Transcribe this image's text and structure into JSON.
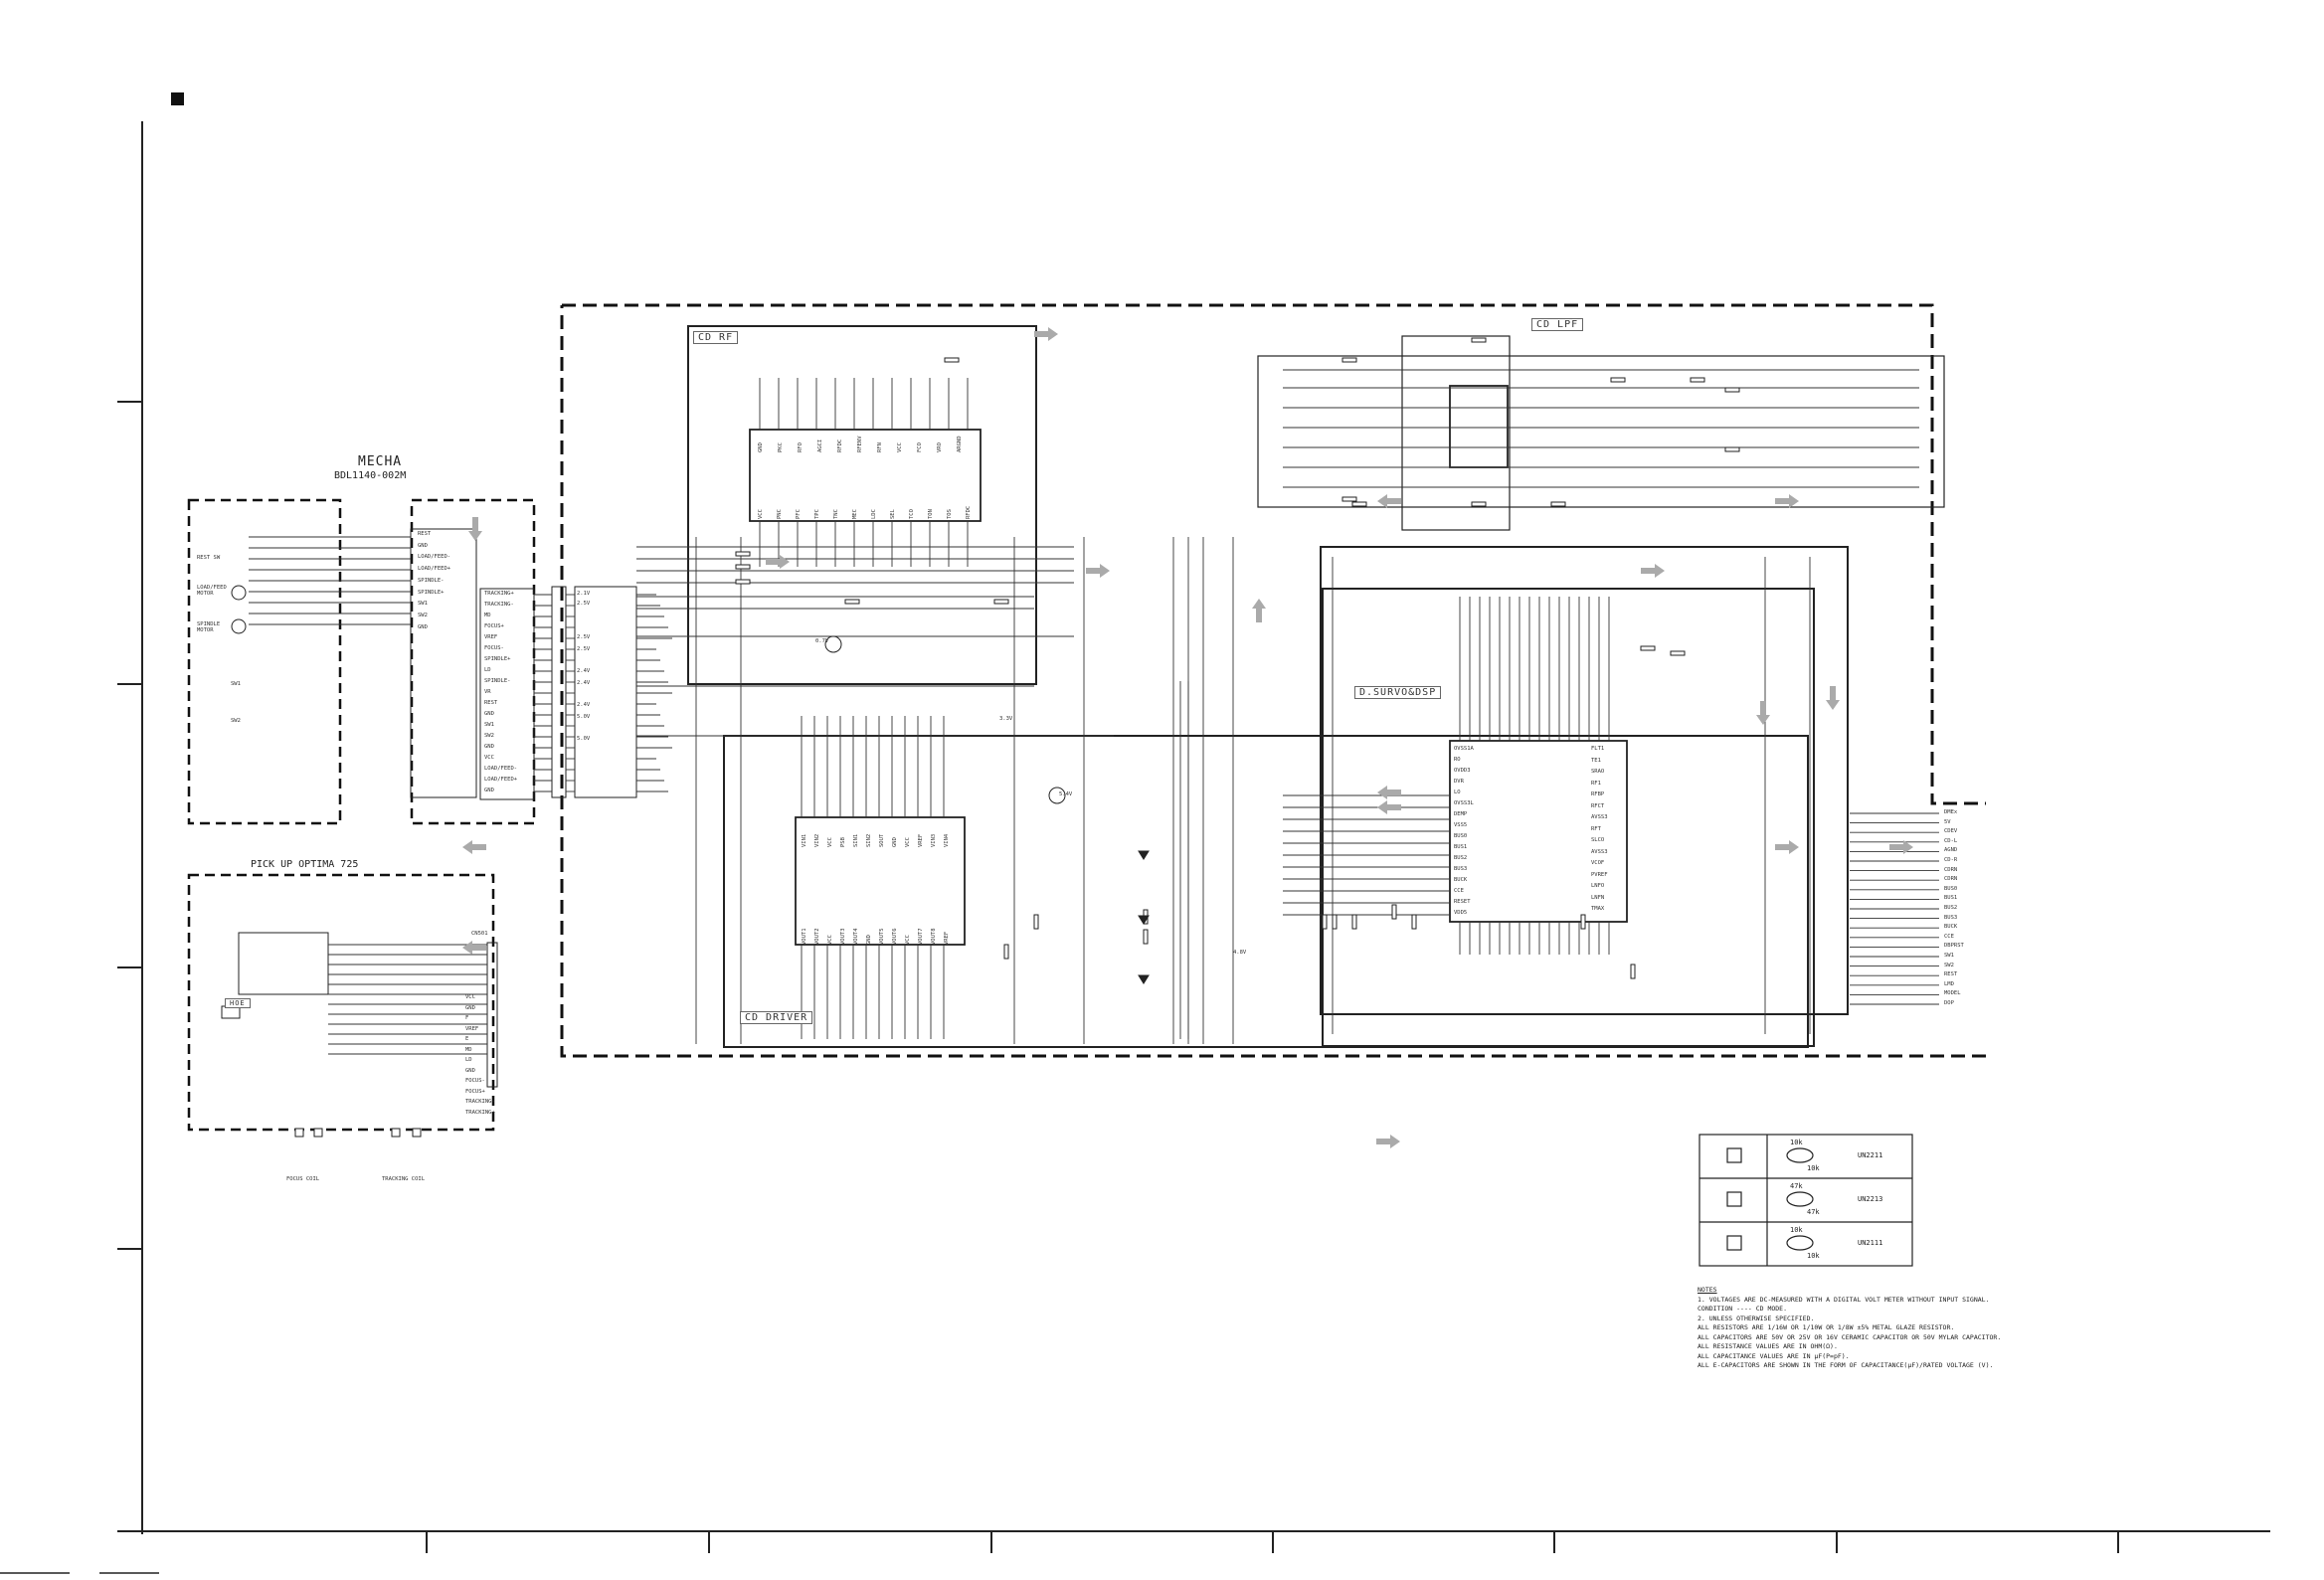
{
  "sections": {
    "mecha_title": "MECHA",
    "mecha_part": "BDL1140-002M",
    "pickup_title": "PICK UP   OPTIMA 725",
    "cd_rf": "CD RF",
    "cd_lpf": "CD LPF",
    "d_servo_dsp": "D.SURVO&DSP",
    "cd_driver": "CD DRIVER",
    "hoe": "HOE"
  },
  "mecha_labels": {
    "rest_sw": "REST SW",
    "load_feed_motor": "LOAD/FEED MOTOR",
    "spindle_motor": "SPINDLE MOTOR",
    "sw1": "SW1",
    "sw2": "SW2"
  },
  "mecha_connector_left": [
    "REST",
    "GND",
    "LOAD/FEED-",
    "LOAD/FEED+",
    "SPINDLE-",
    "SPINDLE+",
    "SW1",
    "SW2",
    "GND",
    "",
    "",
    "",
    "",
    "",
    "",
    "",
    "",
    "",
    "",
    "",
    "",
    "",
    ""
  ],
  "mecha_connector_right": [
    "TRACKING+",
    "TRACKING-",
    "MD",
    "FOCUS+",
    "VREF",
    "FOCUS-",
    "SPINDLE+",
    "LD",
    "SPINDLE-",
    "VR",
    "REST",
    "GND",
    "SW1",
    "SW2",
    "GND",
    "VCC",
    "LOAD/FEED-",
    "LOAD/FEED+",
    "GND"
  ],
  "pickup_connector": [
    "VCC",
    "GND",
    "F",
    "VREF",
    "E",
    "MD",
    "LD",
    "GND",
    "FOCUS-",
    "FOCUS+",
    "TRACKING-",
    "TRACKING+"
  ],
  "pickup_labels": {
    "cn501": "CN501",
    "focus_coil": "FOCUS COIL",
    "tracking_coil": "TRACKING COIL"
  },
  "output_connector": [
    "DMEx",
    "5V",
    "CDEV",
    "CD-L",
    "AGND",
    "CD-R",
    "CDRN",
    "CDRN",
    "BUS0",
    "BUS1",
    "BUS2",
    "BUS3",
    "BUCK",
    "CCE",
    "DBPRST",
    "SW1",
    "SW2",
    "REST",
    "LMD",
    "MODEL",
    "DOP"
  ],
  "servo_left_pins": [
    "OVSS1A",
    "RO",
    "OVDD3",
    "DVR",
    "LO",
    "OVSS3L",
    "DEMP",
    "VSS5",
    "BUS0",
    "BUS1",
    "BUS2",
    "BUS3",
    "BUCK",
    "CCE",
    "RESET",
    "VDD5"
  ],
  "servo_right_pins": [
    "FLT1",
    "TE1",
    "SRAO",
    "RF1",
    "RFBP",
    "RFCT",
    "AVSS3",
    "RFT",
    "SLCO",
    "AVSS3",
    "VCOF",
    "PVREF",
    "LNFO",
    "LNFN",
    "TMAX"
  ],
  "rf_top_pins": [
    "GND",
    "PKC",
    "RFO",
    "AGCI",
    "RFDC",
    "RFENV",
    "RFN",
    "VCC",
    "FCO",
    "VRO",
    "ARGND"
  ],
  "rf_bottom_pins": [
    "VCC",
    "PNC",
    "PFC",
    "TPC",
    "TNC",
    "MEC",
    "LDC",
    "SEL",
    "TCO",
    "TON",
    "TOS",
    "RFDC"
  ],
  "driver_top_pins": [
    "VIN1",
    "VIN2",
    "VCC",
    "PSB",
    "SIN1",
    "SIN2",
    "SOUT",
    "GND",
    "VCC",
    "VREF",
    "VIN3",
    "VIN4"
  ],
  "driver_bottom_pins": [
    "VOUT1",
    "VOUT2",
    "VCC",
    "VOUT3",
    "VOUT4",
    "GND",
    "VOUT5",
    "VOUT6",
    "VCC",
    "VOUT7",
    "VOUT8",
    "VREF"
  ],
  "voltages": [
    "2.1V",
    "2.5V",
    "2.5V",
    "2.5V",
    "2.4V",
    "2.4V",
    "2.4V",
    "5.0V",
    "5.0V",
    "3.3V",
    "4.8V",
    "5.4V",
    "0.7V"
  ],
  "transistor_legend": [
    {
      "r1": "10k",
      "r2": "10k",
      "part": "UN2211"
    },
    {
      "r1": "47k",
      "r2": "47k",
      "part": "UN2213"
    },
    {
      "r1": "10k",
      "r2": "10k",
      "part": "UN2111"
    }
  ],
  "notes": {
    "heading": "NOTES",
    "lines": [
      "1. VOLTAGES ARE DC-MEASURED WITH A DIGITAL VOLT METER WITHOUT INPUT SIGNAL.",
      "   CONDITION ---- CD MODE.",
      "2. UNLESS OTHERWISE SPECIFIED.",
      "   ALL RESISTORS ARE 1/16W OR 1/10W OR 1/8W ±5% METAL GLAZE RESISTOR.",
      "   ALL CAPACITORS ARE 50V OR 25V OR 16V CERAMIC CAPACITOR OR 50V MYLAR CAPACITOR.",
      "   ALL RESISTANCE VALUES ARE IN OHM(Ω).",
      "   ALL CAPACITANCE VALUES ARE IN μF(P=pF).",
      "   ALL E-CAPACITORS ARE SHOWN IN THE FORM OF CAPACITANCE(μF)/RATED VOLTAGE (V)."
    ]
  }
}
